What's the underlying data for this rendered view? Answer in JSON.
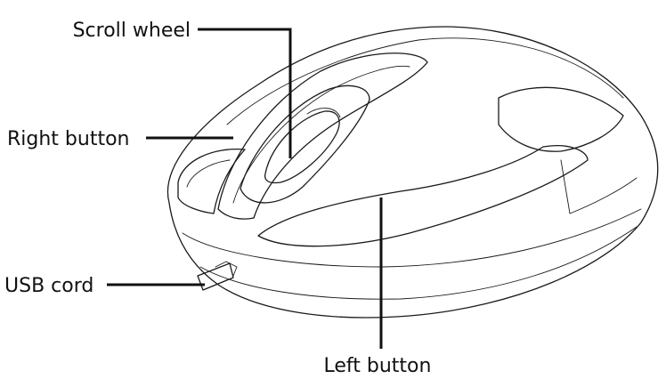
{
  "labels": {
    "scroll_wheel": "Scroll wheel",
    "right_button": "Right button",
    "usb_cord": "USB cord",
    "left_button": "Left button"
  },
  "colors": {
    "line": "#1a1a1a",
    "background": "#ffffff"
  }
}
